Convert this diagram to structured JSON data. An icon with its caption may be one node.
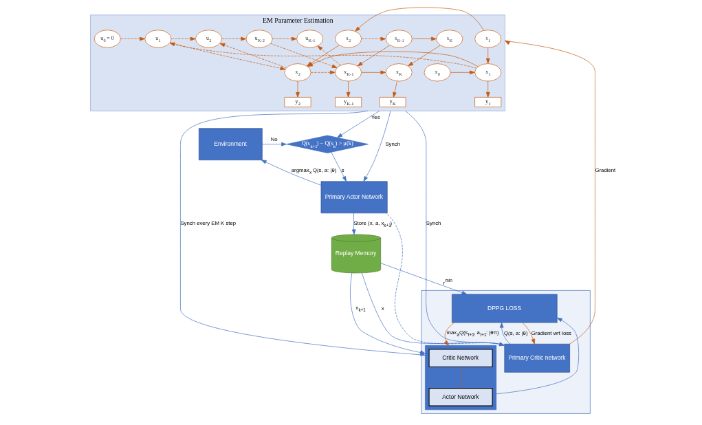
{
  "diagram": {
    "nodes": [
      {
        "text": [
          "EM Parameter Estimation"
        ]
      },
      {
        "text": [
          "s$_{1}$"
        ],
        "in": 0
      },
      {
        "text": [
          "s$_{2}$"
        ],
        "in": 0
      },
      {
        "text": [
          "s$_{K-1}$"
        ],
        "in": 0
      },
      {
        "text": [
          "s$_{K}$"
        ],
        "in": 0
      },
      {
        "text": [
          "u$_{0}$ = 0"
        ],
        "in": 0
      },
      {
        "text": [
          "u$_{1}$"
        ],
        "in": 0
      },
      {
        "text": [
          "u$_{2}$"
        ],
        "in": 0
      },
      {
        "text": [
          "u$_{K-2}$"
        ],
        "in": 0
      },
      {
        "text": [
          "u$_{K-1}$"
        ],
        "in": 0
      },
      {
        "text": [
          "x$_{0}$"
        ],
        "in": 0
      },
      {
        "text": [
          "x$_{1}$"
        ],
        "in": 0
      },
      {
        "text": [
          "x$_{2}$"
        ],
        "in": 0
      },
      {
        "text": [
          "x$_{K-1}$"
        ],
        "in": 0
      },
      {
        "text": [
          "x$_{K}$"
        ],
        "in": 0
      },
      {
        "text": [
          "y$_{1}$"
        ],
        "in": 0
      },
      {
        "text": [
          "y$_{2}$"
        ],
        "in": 0
      },
      {
        "text": [
          "y$_{K-1}$"
        ],
        "in": 0
      },
      {
        "text": [
          "y$_{K}$"
        ],
        "in": 0
      },
      {
        "text": [
          "Environment"
        ]
      },
      {
        "text": [
          "Q(s$_{k+1}$) − Q(s$_{k}$) > μ(k)"
        ]
      },
      {
        "text": [
          "Primary Actor Network"
        ]
      },
      {
        "text": [
          "Replay Memory"
        ]
      },
      {
        "text": [],
        "shape": "box"
      },
      {
        "text": [
          "DPPG LOSS"
        ],
        "in": 23
      },
      {
        "text": [
          "Primary Critic network"
        ],
        "in": 23
      },
      {
        "text": [],
        "shape": "box",
        "in": 23
      },
      {
        "text": [
          "Critic Network"
        ],
        "in": 26
      },
      {
        "text": [
          "Actor Network"
        ],
        "in": 26
      }
    ],
    "edges": [
      {
        "from": 1,
        "to": 2,
        "arrow": "to",
        "color": "#c55a11"
      },
      {
        "from": 2,
        "to": 3,
        "arrow": "to",
        "style": "dashed",
        "color": "#c55a11"
      },
      {
        "from": 3,
        "to": 4,
        "arrow": "to",
        "color": "#c55a11"
      },
      {
        "from": 5,
        "to": 6,
        "arrow": "to",
        "style": "dashed",
        "color": "#c55a11"
      },
      {
        "from": 6,
        "to": 7,
        "arrow": "to",
        "style": "dashed",
        "color": "#c55a11"
      },
      {
        "from": 7,
        "to": 8,
        "arrow": "to",
        "style": "dashed",
        "color": "#c55a11"
      },
      {
        "from": 8,
        "to": 9,
        "arrow": "to",
        "style": "dashed",
        "color": "#c55a11"
      },
      {
        "from": 1,
        "to": 11,
        "arrow": "to",
        "color": "#c55a11"
      },
      {
        "from": 2,
        "to": 12,
        "arrow": "to",
        "color": "#c55a11"
      },
      {
        "from": 3,
        "to": 13,
        "arrow": "to",
        "color": "#c55a11"
      },
      {
        "from": 4,
        "to": 14,
        "arrow": "to",
        "color": "#c55a11"
      },
      {
        "from": 10,
        "to": 11,
        "arrow": "to",
        "color": "#c55a11"
      },
      {
        "from": 11,
        "to": 12,
        "arrow": "to",
        "color": "#c55a11"
      },
      {
        "from": 12,
        "to": 13,
        "arrow": "to",
        "style": "dashed",
        "color": "#c55a11"
      },
      {
        "from": 13,
        "to": 14,
        "arrow": "to",
        "color": "#c55a11"
      },
      {
        "from": 11,
        "to": 6,
        "arrow": "to",
        "style": "dashed",
        "color": "#c55a11"
      },
      {
        "from": 6,
        "to": 12,
        "arrow": "to",
        "style": "dashed",
        "color": "#c55a11"
      },
      {
        "from": 12,
        "to": 7,
        "arrow": "to",
        "style": "dashed",
        "color": "#c55a11"
      },
      {
        "from": 8,
        "to": 13,
        "arrow": "to",
        "style": "dashed",
        "color": "#c55a11"
      },
      {
        "from": 13,
        "to": 9,
        "arrow": "to",
        "style": "dashed",
        "color": "#c55a11"
      },
      {
        "from": 11,
        "to": 15,
        "arrow": "to",
        "color": "#c55a11"
      },
      {
        "from": 12,
        "to": 16,
        "arrow": "to",
        "color": "#c55a11"
      },
      {
        "from": 13,
        "to": 17,
        "arrow": "to",
        "color": "#c55a11"
      },
      {
        "from": 14,
        "to": 18,
        "arrow": "to",
        "color": "#c55a11"
      },
      {
        "from": 0,
        "to": 20,
        "label": "Yes",
        "arrow": "to",
        "color": "#4472c4"
      },
      {
        "from": 19,
        "to": 20,
        "label": "No",
        "arrow": "to",
        "color": "#4472c4"
      },
      {
        "from": 20,
        "to": 21,
        "label": "s",
        "arrow": "to",
        "color": "#4472c4"
      },
      {
        "from": 21,
        "to": 19,
        "label": "argmax$_{x}$ Q(s, a: |θ)",
        "arrow": "to",
        "color": "#4472c4"
      },
      {
        "from": 0,
        "to": 21,
        "label": "Synch",
        "arrow": "to",
        "color": "#4472c4"
      },
      {
        "from": 25,
        "to": 0,
        "label": "Gradient",
        "arrow": "to",
        "color": "#c55a11"
      },
      {
        "from": 0,
        "to": 25,
        "label": "Synch",
        "arrow": "to",
        "color": "#4472c4"
      },
      {
        "from": 0,
        "to": 26,
        "label": "Synch every EM K step",
        "arrow": "to",
        "color": "#4472c4"
      },
      {
        "from": 21,
        "to": 22,
        "label": "Store (x, a, x$_{k+1}$)",
        "arrow": "to",
        "color": "#4472c4"
      },
      {
        "from": 22,
        "to": 25,
        "label": "x",
        "arrow": "to",
        "color": "#4472c4"
      },
      {
        "from": 22,
        "to": 24,
        "label": "r$^{min}$",
        "arrow": "to",
        "color": "#4472c4"
      },
      {
        "from": 22,
        "to": 26,
        "label": "x$_{k+1}$",
        "arrow": "to",
        "color": "#4472c4"
      },
      {
        "from": 25,
        "to": 24,
        "label": "Q(s, a: |θ)",
        "arrow": "to",
        "color": "#4472c4"
      },
      {
        "from": 24,
        "to": 25,
        "label": "Gradient wrt loss",
        "arrow": "to",
        "color": "#c55a11"
      },
      {
        "from": 24,
        "to": 26,
        "label": "max$_{a}$Q(s$_{t+1}$, a$_{t+1}$: |θπ)",
        "arrow": "to",
        "color": "#c55a11"
      },
      {
        "from": 26,
        "to": 24,
        "arrow": "to",
        "color": "#4472c4"
      },
      {
        "from": 27,
        "to": 28,
        "arrow": "none",
        "style": "dashed",
        "color": "#c55a11"
      },
      {
        "from": 25,
        "to": 21,
        "arrow": "none",
        "style": "dashed",
        "color": "#4472c4"
      }
    ]
  }
}
